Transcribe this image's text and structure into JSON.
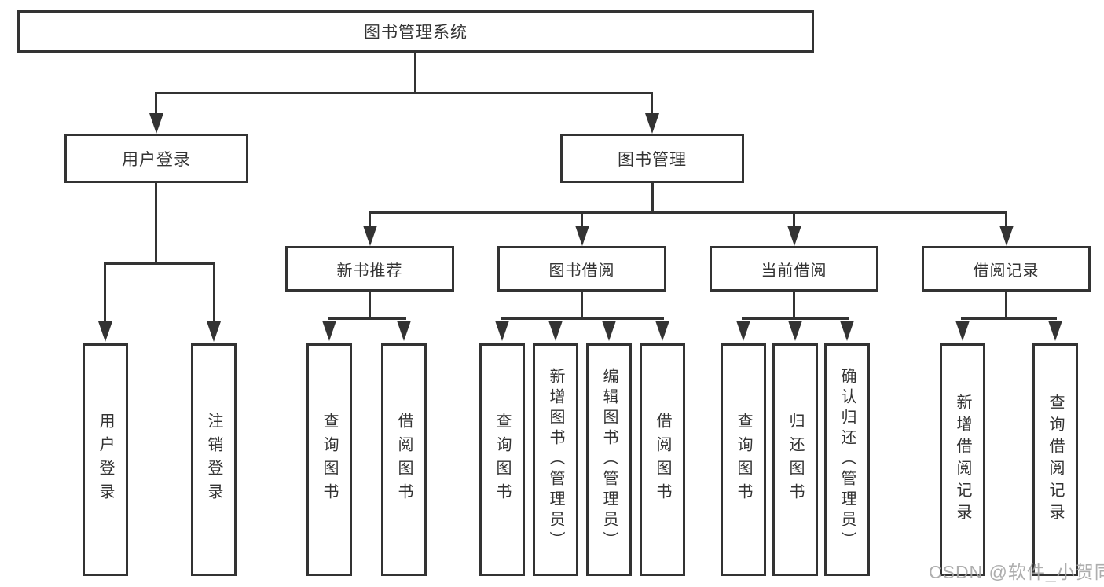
{
  "colors": {
    "line": "#333333",
    "box_background": "#ffffff",
    "text": "#333333",
    "watermark": "#a5a5a5"
  },
  "tree": {
    "root": "图书管理系统",
    "branches": [
      {
        "label": "用户登录",
        "children": [
          "用户登录",
          "注销登录"
        ]
      },
      {
        "label": "图书管理",
        "groups": [
          {
            "label": "新书推荐",
            "children": [
              "查询图书",
              "借阅图书"
            ]
          },
          {
            "label": "图书借阅",
            "children": [
              "查询图书",
              "新增图书（管理员）",
              "编辑图书（管理员）",
              "借阅图书"
            ]
          },
          {
            "label": "当前借阅",
            "children": [
              "查询图书",
              "归还图书",
              "确认归还（管理员）"
            ]
          },
          {
            "label": "借阅记录",
            "children": [
              "新增借阅记录",
              "查询借阅记录"
            ]
          }
        ]
      }
    ]
  },
  "watermark": "CSDN @软件_小贺同学"
}
